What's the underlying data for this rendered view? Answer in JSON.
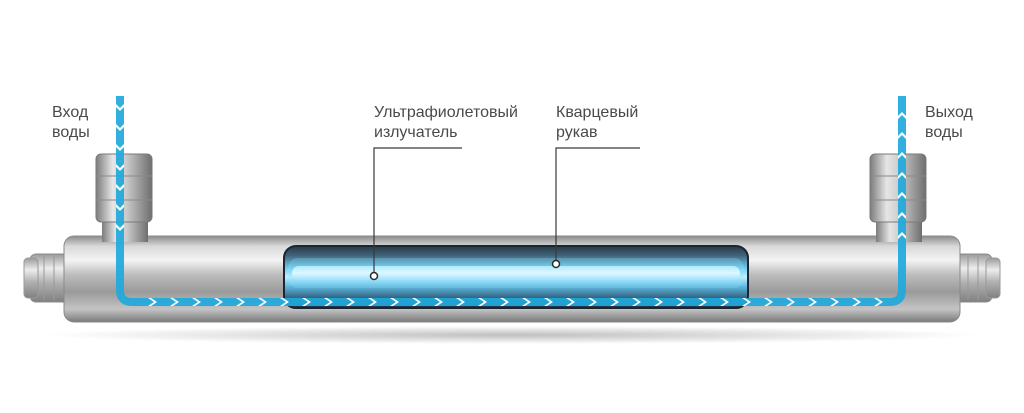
{
  "labels": {
    "inlet": {
      "line1": "Вход",
      "line2": "воды"
    },
    "outlet": {
      "line1": "Выход",
      "line2": "воды"
    },
    "uv_emitter": {
      "line1": "Ультрафиолетовый",
      "line2": "излучатель"
    },
    "quartz_sleeve": {
      "line1": "Кварцевый",
      "line2": "рукав"
    }
  },
  "colors": {
    "water_flow": "#1fa9dc",
    "uv_glow": "#7fe0ff",
    "steel": "#b8b8b8",
    "callout_line": "#3a3a3a",
    "text": "#4a4a4a"
  },
  "icons": {
    "flow_arrow": "chevron-right",
    "inlet_arrow": "chevron-down",
    "outlet_arrow": "chevron-up"
  }
}
